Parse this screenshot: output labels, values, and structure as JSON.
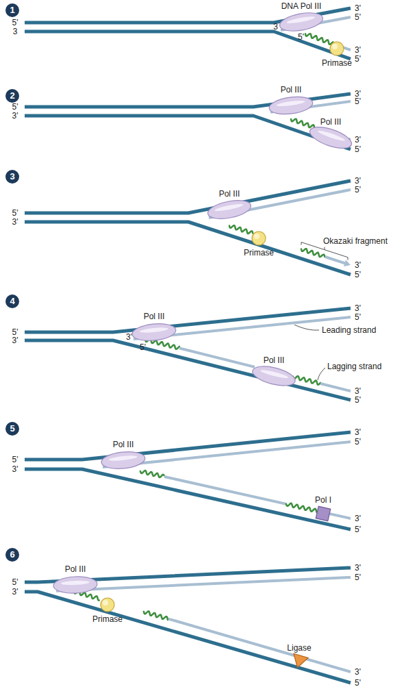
{
  "diagram": {
    "nodes": [
      {
        "text": [
          "DNA Pol III"
        ]
      },
      {
        "text": [
          "Primase"
        ]
      },
      {
        "text": [
          "Pol III"
        ]
      },
      {
        "text": [
          "Pol III"
        ]
      },
      {
        "text": [
          "Pol III"
        ]
      },
      {
        "text": [
          "Primase"
        ]
      },
      {
        "text": [
          "Pol III"
        ]
      },
      {
        "text": [
          "Pol III"
        ]
      },
      {
        "text": [
          "Pol III"
        ]
      },
      {
        "text": [
          "Pol I"
        ]
      },
      {
        "text": [
          "Pol III"
        ]
      },
      {
        "text": [
          "Primase"
        ]
      },
      {
        "text": [
          "Ligase"
        ]
      }
    ],
    "labels": [
      "1",
      "5'",
      "3",
      "3'",
      "5'",
      "3'",
      "5'",
      "3",
      "5'",
      "2",
      "5'",
      "3'",
      "3'",
      "5'",
      "3'",
      "5'",
      "3",
      "5'",
      "3'",
      "3'",
      "5'",
      "3'",
      "5'",
      "Okazaki fragment",
      "4",
      "5'",
      "3'",
      "3'",
      "5'",
      "3'",
      "5'",
      "3'",
      "5'",
      "Leading strand",
      "Lagging strand",
      "5",
      "5'",
      "3'",
      "3'",
      "5'",
      "3'",
      "5'",
      "6",
      "5'",
      "3'",
      "3'",
      "5'",
      "3'",
      "5'"
    ]
  }
}
